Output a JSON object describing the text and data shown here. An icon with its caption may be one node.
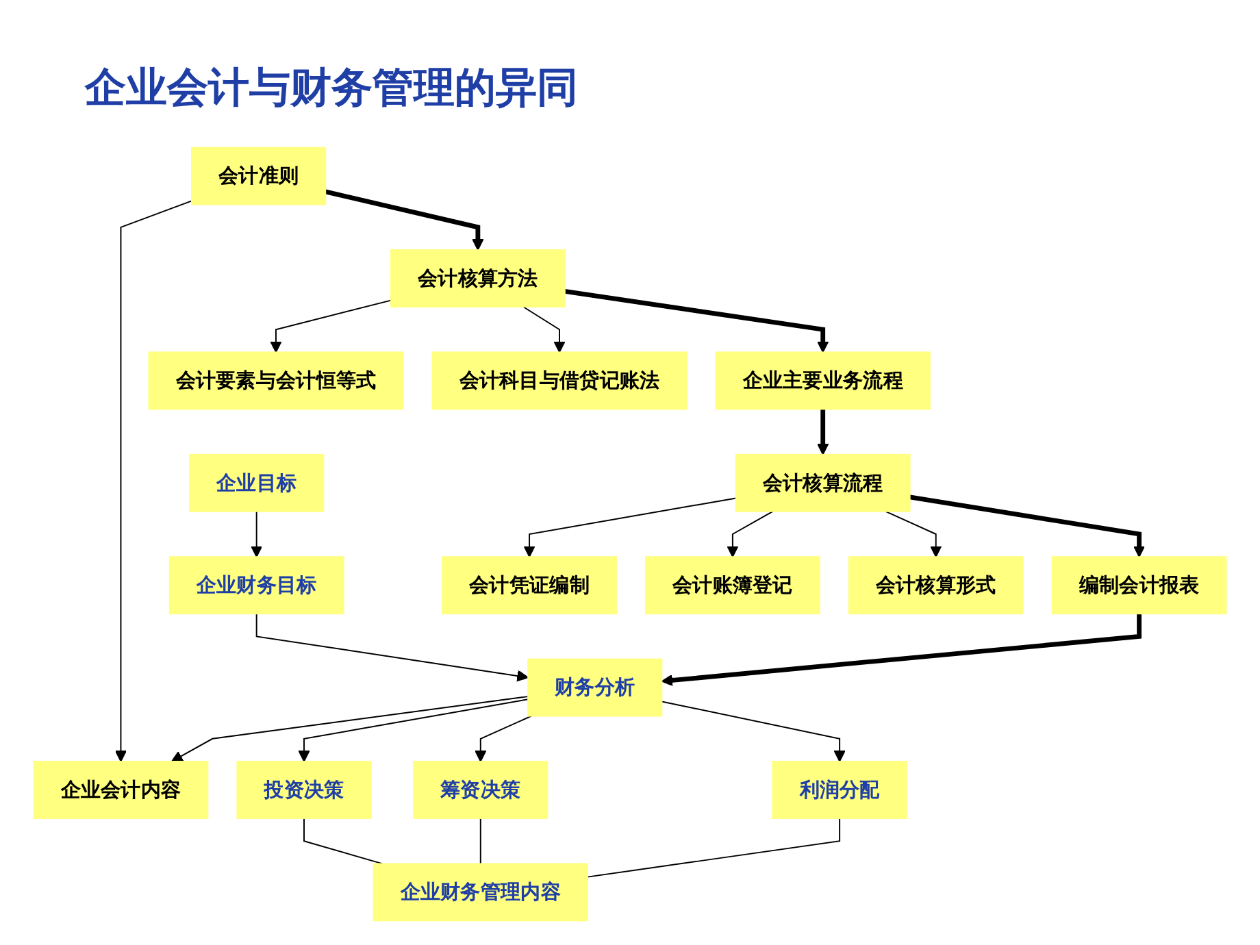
{
  "diagram": {
    "title": "企业会计与财务管理的异同",
    "nodes": [
      {
        "text": [
          "企业会计内容"
        ]
      },
      {
        "text": [
          "会计准则"
        ]
      },
      {
        "text": [
          "会计核算方法"
        ]
      },
      {
        "text": [
          "会计要素与会计恒等式"
        ]
      },
      {
        "text": [
          "会计科目与借贷记账法"
        ]
      },
      {
        "text": [
          "企业主要业务流程"
        ]
      },
      {
        "text": [
          "会计核算流程"
        ]
      },
      {
        "text": [
          "会计凭证编制"
        ]
      },
      {
        "text": [
          "会计账簿登记"
        ]
      },
      {
        "text": [
          "会计核算形式"
        ]
      },
      {
        "text": [
          "编制会计报表"
        ]
      },
      {
        "text": [
          "财务分析"
        ]
      },
      {
        "text": [
          "企业财务目标"
        ]
      },
      {
        "text": [
          "企业目标"
        ]
      },
      {
        "text": [
          "投资决策"
        ]
      },
      {
        "text": [
          "筹资决策"
        ]
      },
      {
        "text": [
          "利润分配"
        ]
      },
      {
        "text": [
          "企业财务管理内容"
        ]
      }
    ],
    "edges": [
      {
        "from": 1,
        "to": 0,
        "arrow": "to"
      },
      {
        "from": 11,
        "to": 0,
        "arrow": "to"
      },
      {
        "from": 1,
        "to": 2,
        "arrow": "to",
        "style": "thick"
      },
      {
        "from": 2,
        "to": 3,
        "arrow": "to"
      },
      {
        "from": 2,
        "to": 4,
        "arrow": "to"
      },
      {
        "from": 2,
        "to": 5,
        "arrow": "to",
        "style": "thick"
      },
      {
        "from": 5,
        "to": 6,
        "arrow": "to",
        "style": "thick"
      },
      {
        "from": 6,
        "to": 7,
        "arrow": "to"
      },
      {
        "from": 6,
        "to": 8,
        "arrow": "to"
      },
      {
        "from": 6,
        "to": 9,
        "arrow": "to"
      },
      {
        "from": 6,
        "to": 10,
        "arrow": "to",
        "style": "thick"
      },
      {
        "from": 10,
        "to": 11,
        "arrow": "to",
        "style": "thick"
      },
      {
        "from": 13,
        "to": 12,
        "arrow": "to"
      },
      {
        "from": 12,
        "to": 11,
        "arrow": "to"
      },
      {
        "from": 11,
        "to": 14,
        "arrow": "to"
      },
      {
        "from": 11,
        "to": 15,
        "arrow": "to"
      },
      {
        "from": 11,
        "to": 16,
        "arrow": "to"
      },
      {
        "from": 14,
        "to": 17,
        "arrow": "none"
      },
      {
        "from": 15,
        "to": 17,
        "arrow": "none"
      },
      {
        "from": 16,
        "to": 17,
        "arrow": "none"
      }
    ]
  }
}
